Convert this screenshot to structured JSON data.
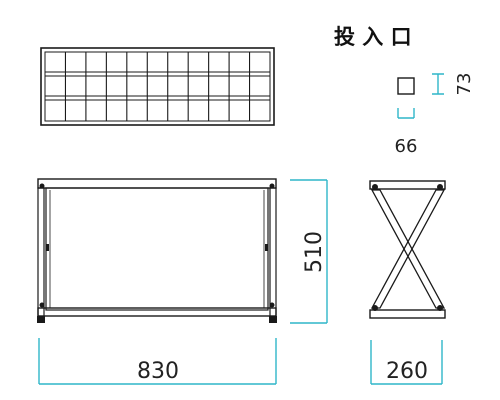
{
  "title": "投 入 口",
  "opening": {
    "width_label": "66",
    "height_label": "73"
  },
  "dimensions": {
    "width_label": "830",
    "height_label": "510",
    "depth_label": "260"
  },
  "colors": {
    "dimension_line": "#2fb6c9",
    "outline": "#1a1a1a"
  }
}
